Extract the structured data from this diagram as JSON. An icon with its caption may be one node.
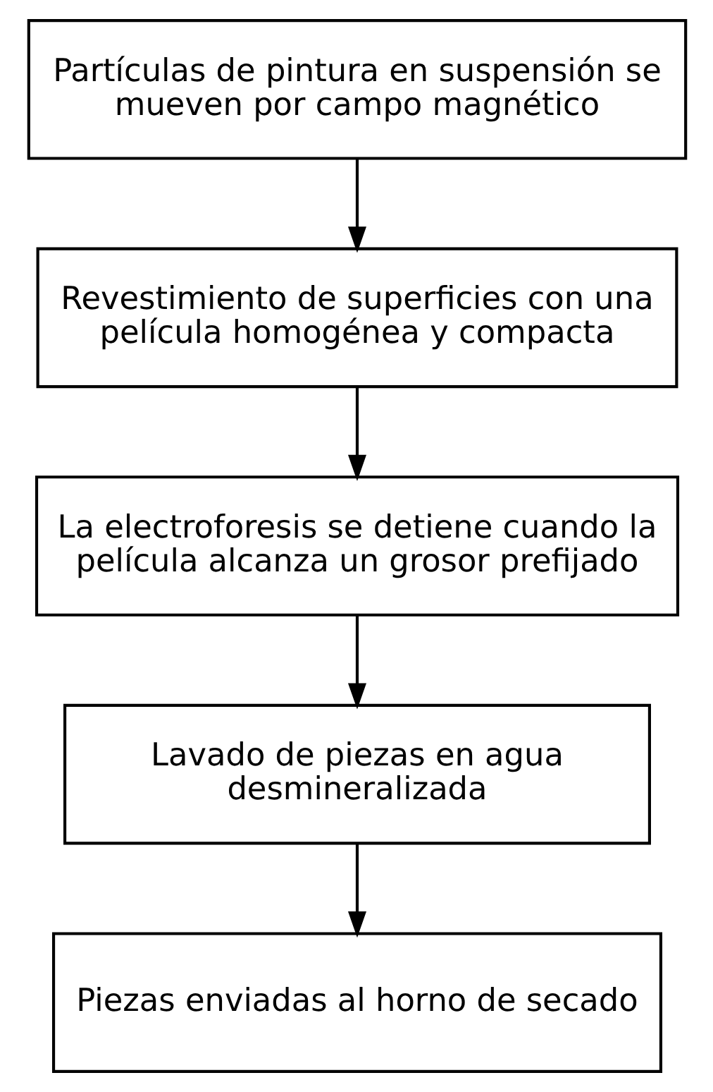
{
  "diagram": {
    "nodes": [
      {
        "text": [
          "Partículas de pintura en suspensión se mueven por campo magnético"
        ]
      },
      {
        "text": [
          "Revestimiento de superficies con una película homogénea y compacta"
        ]
      },
      {
        "text": [
          "La electroforesis se detiene cuando la película alcanza un grosor prefijado"
        ]
      },
      {
        "text": [
          "Lavado de piezas en agua desmineralizada"
        ]
      },
      {
        "text": [
          "Piezas enviadas al horno de secado"
        ]
      }
    ],
    "edges": [
      {
        "from": 0,
        "to": 1,
        "arrow": "to"
      },
      {
        "from": 1,
        "to": 2,
        "arrow": "to"
      },
      {
        "from": 2,
        "to": 3,
        "arrow": "to"
      },
      {
        "from": 3,
        "to": 4,
        "arrow": "to"
      }
    ]
  }
}
